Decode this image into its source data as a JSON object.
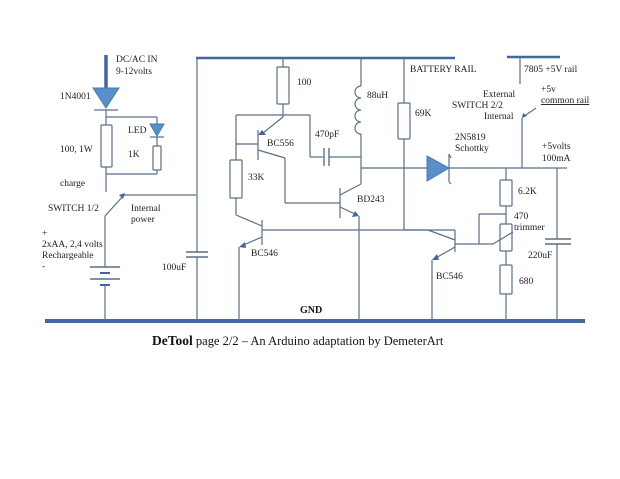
{
  "colors": {
    "rail": "#41679c",
    "wire": "#5b6f86",
    "diode_fill": "#5a8fcc",
    "background": "#ffffff"
  },
  "labels": {
    "dc_in_line1": "DC/AC IN",
    "dc_in_line2": "9-12volts",
    "diode_in": "1N4001",
    "led": "LED",
    "led_res": "1K",
    "charge_res": "100, 1W",
    "charge": "charge",
    "switch1": "SWITCH 1/2",
    "internal_power_line1": "Internal",
    "internal_power_line2": "power",
    "battery_plus": "+",
    "battery_line1": "2xAA, 2,4 volts",
    "battery_line2": "Rechargeable",
    "battery_minus": "-",
    "cap_100uf": "100uF",
    "res_100": "100",
    "bc556": "BC556",
    "res_33k": "33K",
    "bc546_left": "BC546",
    "inductor": "88uH",
    "cap_470pf": "470pF",
    "bd243": "BD243",
    "battery_rail": "BATTERY RAIL",
    "res_69k": "69K",
    "schottky_line1": "2N5819",
    "schottky_line2": "Schottky",
    "rail_7805": "7805 +5V rail",
    "switch2_external": "External",
    "switch2": "SWITCH 2/2",
    "switch2_internal": "Internal",
    "common_rail_line1": "+5v",
    "common_rail_line2": "common rail",
    "out_line1": "+5volts",
    "out_line2": "100mA",
    "res_6k2": "6.2K",
    "trimmer_line1": "470",
    "trimmer_line2": "trimmer",
    "cap_220uf": "220uF",
    "res_680": "680",
    "bc546_right": "BC546",
    "gnd": "GND"
  },
  "caption": {
    "title": "DeTool",
    "rest": " page 2/2 – An Arduino adaptation by DemeterArt"
  }
}
